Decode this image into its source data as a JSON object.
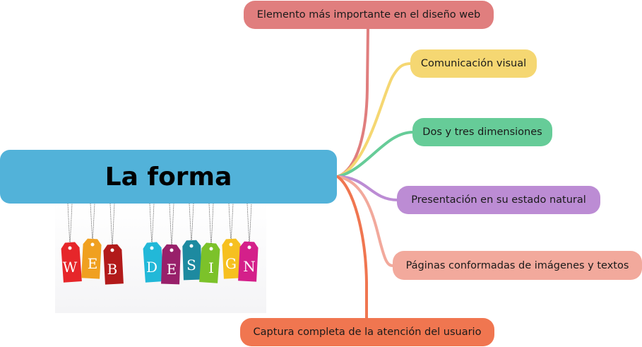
{
  "central_topic": {
    "label": "La forma",
    "color": "#52b2d9"
  },
  "image": {
    "description": "web-design-tags",
    "tags": [
      {
        "letter": "W",
        "color": "#e6262a"
      },
      {
        "letter": "E",
        "color": "#f0a020"
      },
      {
        "letter": "B",
        "color": "#b21a1a"
      },
      {
        "letter": "D",
        "color": "#22b8d8"
      },
      {
        "letter": "E",
        "color": "#98206a"
      },
      {
        "letter": "S",
        "color": "#1d8aa0"
      },
      {
        "letter": "I",
        "color": "#7cc22a"
      },
      {
        "letter": "G",
        "color": "#f6c020"
      },
      {
        "letter": "N",
        "color": "#d4208a"
      }
    ]
  },
  "branches": [
    {
      "label": "Elemento más importante en el diseño web",
      "color": "#e07e7e"
    },
    {
      "label": "Comunicación visual",
      "color": "#f5d772"
    },
    {
      "label": "Dos y tres dimensiones",
      "color": "#66cc98"
    },
    {
      "label": "Presentación en su estado natural",
      "color": "#bc8cd4"
    },
    {
      "label": "Páginas conformadas de imágenes y textos",
      "color": "#f2a99c"
    },
    {
      "label": "Captura completa de la atención del usuario",
      "color": "#f07650"
    }
  ]
}
